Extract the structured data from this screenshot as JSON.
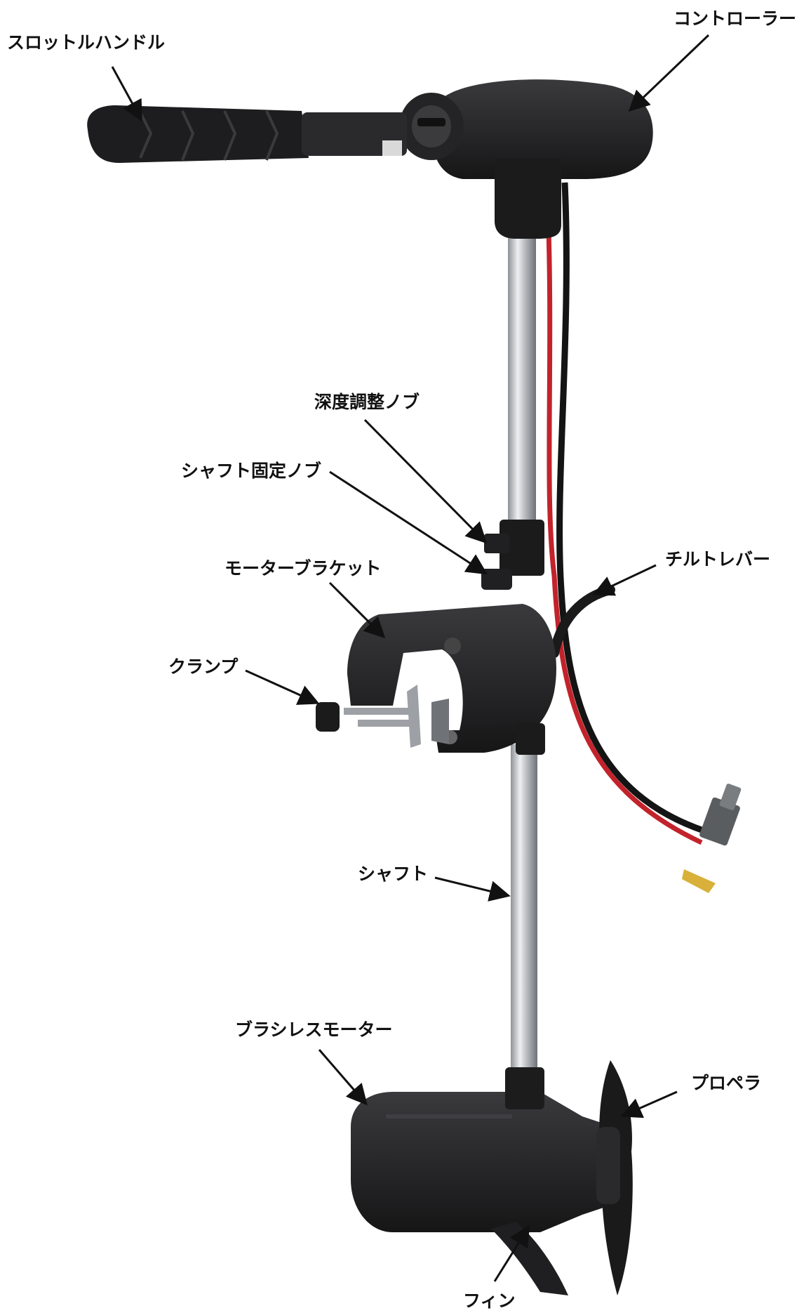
{
  "colors": {
    "body": "#1f1f21",
    "body_light": "#3a3a3d",
    "shaft": "#b9bcc0",
    "shaft_highlight": "#eef0f2",
    "cable_red": "#c2232b",
    "cable_black": "#141414",
    "arrow": "#111111",
    "text": "#111111"
  },
  "labels": [
    {
      "id": "throttle-handle",
      "text": "スロットルハンドル"
    },
    {
      "id": "controller",
      "text": "コントローラー"
    },
    {
      "id": "depth-adjust-knob",
      "text": "深度調整ノブ"
    },
    {
      "id": "shaft-lock-knob",
      "text": "シャフト固定ノブ"
    },
    {
      "id": "tilt-lever",
      "text": "チルトレバー"
    },
    {
      "id": "motor-bracket",
      "text": "モーターブラケット"
    },
    {
      "id": "clamp",
      "text": "クランプ"
    },
    {
      "id": "shaft",
      "text": "シャフト"
    },
    {
      "id": "brushless-motor",
      "text": "ブラシレスモーター"
    },
    {
      "id": "propeller",
      "text": "プロペラ"
    },
    {
      "id": "fin",
      "text": "フィン"
    }
  ]
}
